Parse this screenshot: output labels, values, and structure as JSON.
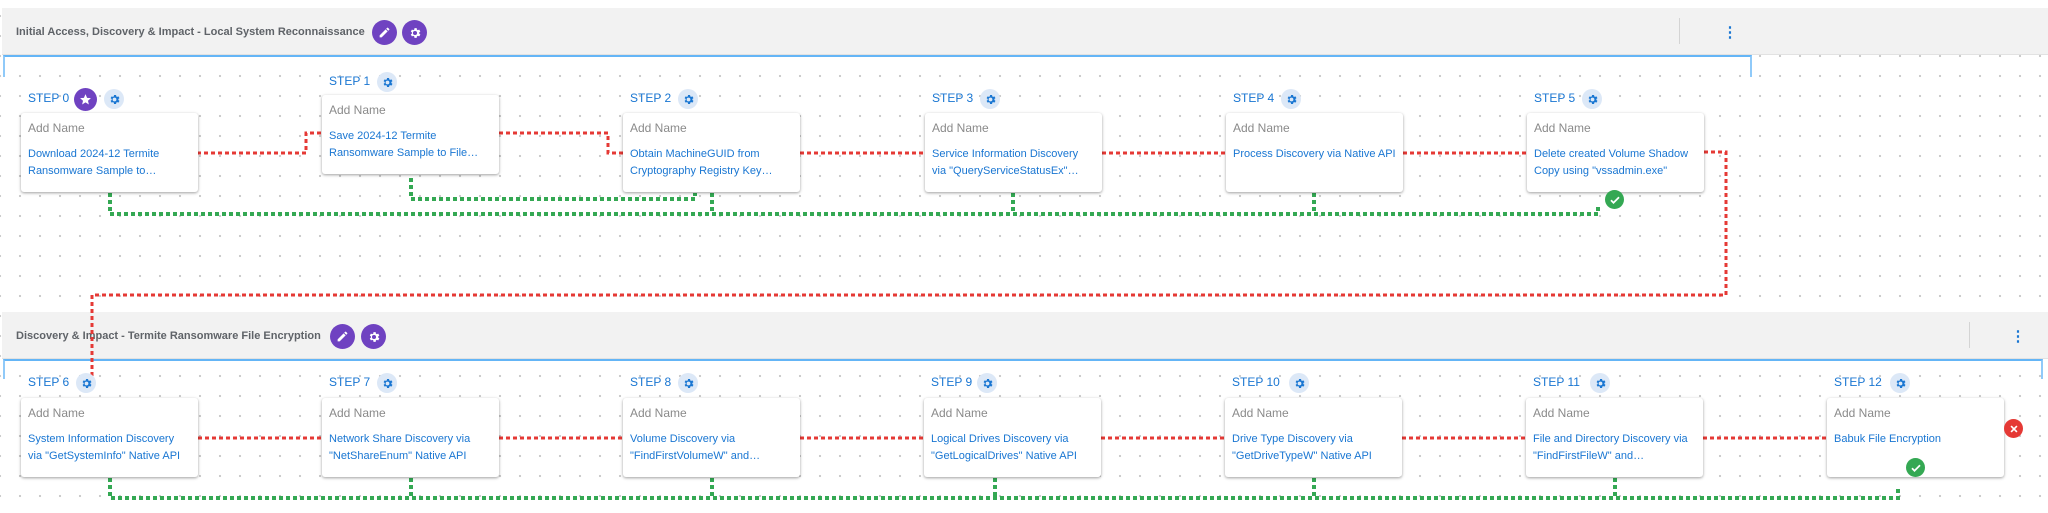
{
  "lanes": [
    {
      "title": "Initial Access, Discovery & Impact - Local System Reconnaissance",
      "edit_icon": "pencil-icon",
      "settings_icon": "gear-settings-icon",
      "menu_icon": "more-vertical-icon",
      "steps": [
        {
          "label": "STEP 0",
          "name_placeholder": "Add Name",
          "text": "Download 2024-12 Termite Ransomware Sample to…"
        },
        {
          "label": "STEP 1",
          "name_placeholder": "Add Name",
          "text": "Save 2024-12 Termite Ransomware Sample to File…"
        },
        {
          "label": "STEP 2",
          "name_placeholder": "Add Name",
          "text": "Obtain MachineGUID from Cryptography Registry Key…"
        },
        {
          "label": "STEP 3",
          "name_placeholder": "Add Name",
          "text": "Service Information Discovery via \"QueryServiceStatusEx\"…"
        },
        {
          "label": "STEP 4",
          "name_placeholder": "Add Name",
          "text": "Process Discovery via Native API"
        },
        {
          "label": "STEP 5",
          "name_placeholder": "Add Name",
          "text": "Delete created Volume Shadow Copy using \"vssadmin.exe\""
        }
      ]
    },
    {
      "title": "Discovery & Impact - Termite Ransomware File Encryption",
      "edit_icon": "pencil-icon",
      "settings_icon": "gear-settings-icon",
      "menu_icon": "more-vertical-icon",
      "steps": [
        {
          "label": "STEP 6",
          "name_placeholder": "Add Name",
          "text": "System Information Discovery via \"GetSystemInfo\" Native API"
        },
        {
          "label": "STEP 7",
          "name_placeholder": "Add Name",
          "text": "Network Share Discovery via \"NetShareEnum\" Native API"
        },
        {
          "label": "STEP 8",
          "name_placeholder": "Add Name",
          "text": "Volume Discovery via \"FindFirstVolumeW\" and…"
        },
        {
          "label": "STEP 9",
          "name_placeholder": "Add Name",
          "text": "Logical Drives Discovery via \"GetLogicalDrives\" Native API"
        },
        {
          "label": "STEP 10",
          "name_placeholder": "Add Name",
          "text": "Drive Type Discovery via \"GetDriveTypeW\" Native API"
        },
        {
          "label": "STEP 11",
          "name_placeholder": "Add Name",
          "text": "File and Directory Discovery via \"FindFirstFileW\" and…"
        },
        {
          "label": "STEP 12",
          "name_placeholder": "Add Name",
          "text": "Babuk File Encryption"
        }
      ]
    }
  ],
  "icons": {
    "start_marker": "star-icon",
    "step_settings": "gear-icon",
    "success": "check-circle-icon",
    "failure": "close-circle-icon"
  },
  "colors": {
    "accent": "#1976d2",
    "lane_button": "#6f42c1",
    "success_connector": "#34a853",
    "failure_connector": "#e53935",
    "lane_border": "#90caf9"
  }
}
